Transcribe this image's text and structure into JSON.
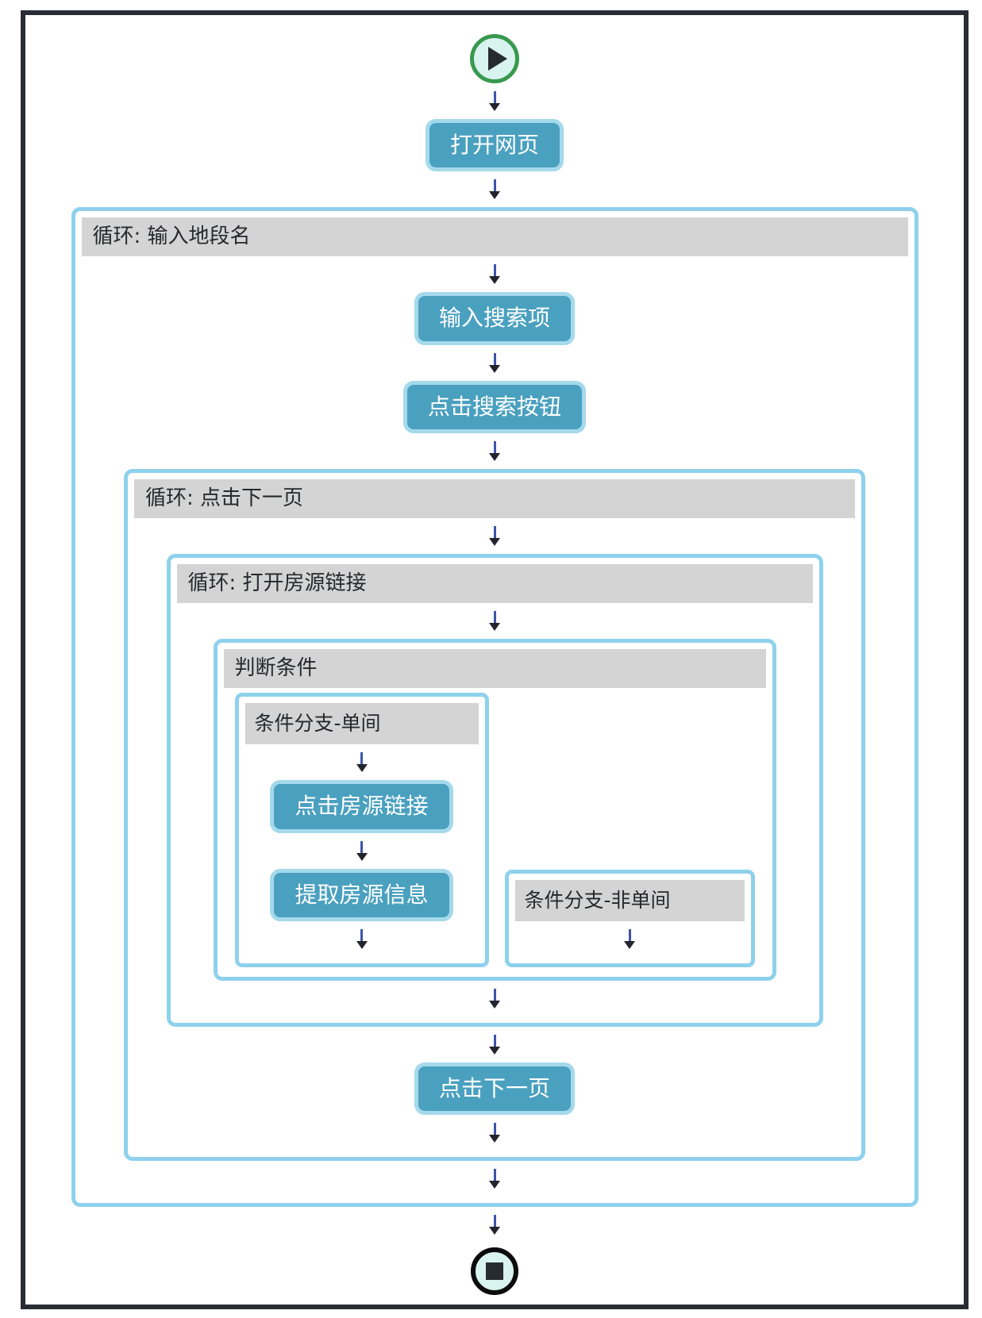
{
  "diagram": {
    "nodes": {
      "open_webpage": "打开网页",
      "input_search": "输入搜索项",
      "click_search_button": "点击搜索按钮",
      "click_listing_link": "点击房源链接",
      "extract_listing_info": "提取房源信息",
      "click_next_page": "点击下一页"
    },
    "containers": {
      "loop_input_area": "循环: 输入地段名",
      "loop_click_next_page": "循环: 点击下一页",
      "loop_open_listing_link": "循环: 打开房源链接",
      "condition": "判断条件",
      "branch_single_room": "条件分支-单间",
      "branch_not_single_room": "条件分支-非单间"
    },
    "colors": {
      "frame_border": "#282d33",
      "loop_border": "#8ed1ed",
      "header_bg": "#d4d4d4",
      "action_bg": "#4aa0bf",
      "action_border": "#a5d9ec",
      "start_ring_green": "#38994e",
      "stop_ring_black": "#0c0c0c",
      "icon_fill": "#d9f3ef",
      "arrow_stem_blue": "#3c55a8",
      "arrow_head_dark": "#23242e"
    }
  }
}
